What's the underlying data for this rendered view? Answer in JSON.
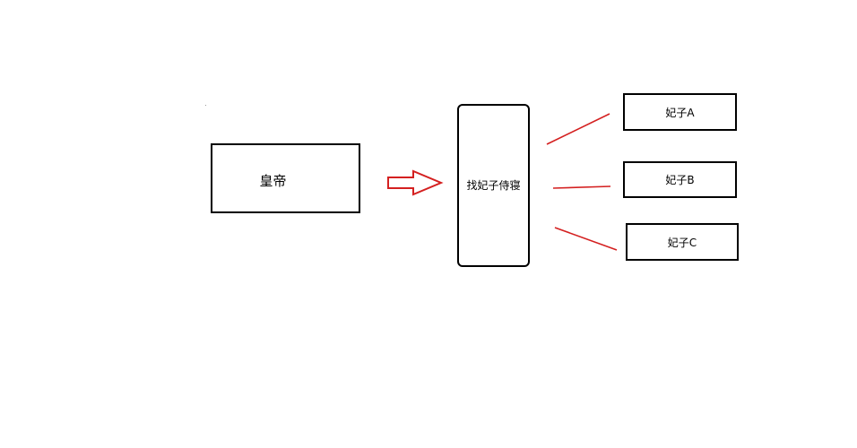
{
  "nodes": {
    "emperor": "皇帝",
    "finder": "找妃子侍寝",
    "consort_a": "妃子A",
    "consort_b": "妃子B",
    "consort_c": "妃子C"
  },
  "colors": {
    "arrow": "#d42020",
    "border": "#000000"
  },
  "icons": {
    "arrow": "right-arrow-outline"
  }
}
